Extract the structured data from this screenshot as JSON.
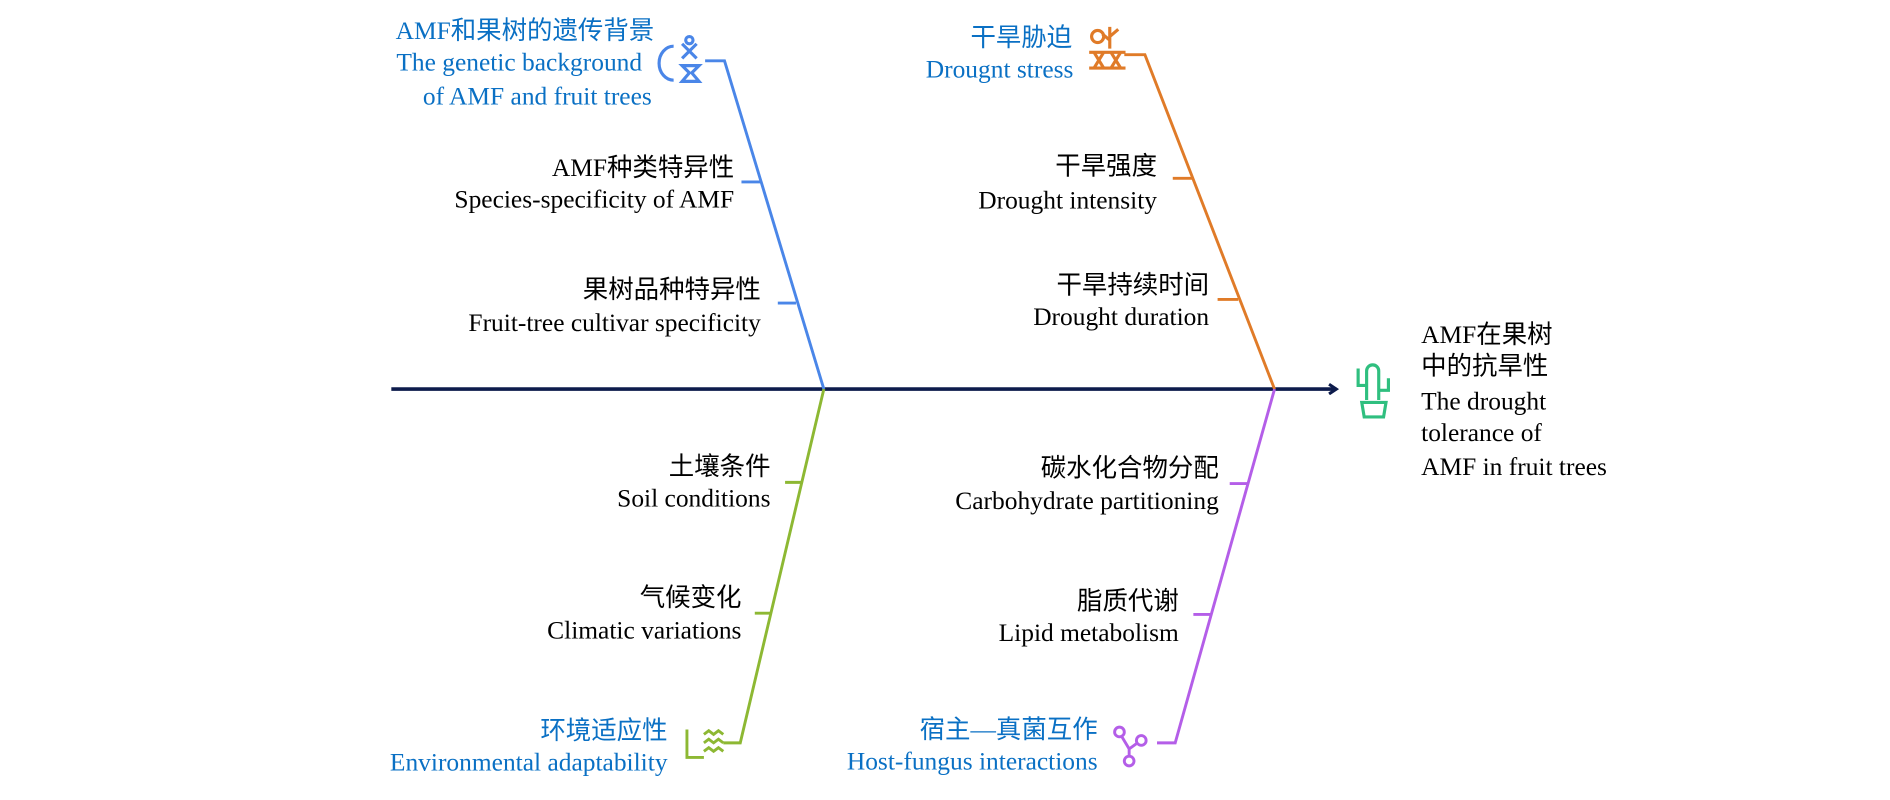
{
  "title": "AMF在果树中的抗旱性",
  "effect": {
    "lines": [
      "AMF在果树",
      "中的抗旱性",
      "The drought",
      "tolerance of",
      "AMF in fruit trees"
    ],
    "icon": "cactus-icon"
  },
  "categories": {
    "genetic": {
      "zh": "AMF和果树的遗传背景",
      "en1": "The genetic background",
      "en2": "of AMF and fruit trees",
      "icon": "dna-icon",
      "color": "#4a86e8",
      "causes": [
        {
          "zh": "AMF种类特异性",
          "en": "Species-specificity of AMF"
        },
        {
          "zh": "果树品种特异性",
          "en": "Fruit-tree cultivar specificity"
        }
      ]
    },
    "drought": {
      "zh": "干旱胁迫",
      "en": "Drougnt stress",
      "icon": "dry-soil-plant-icon",
      "color": "#e07b28",
      "causes": [
        {
          "zh": "干旱强度",
          "en": "Drought intensity"
        },
        {
          "zh": "干旱持续时间",
          "en": "Drought duration"
        }
      ]
    },
    "environment": {
      "zh": "环境适应性",
      "en": "Environmental adaptability",
      "icon": "water-wave-icon",
      "color": "#8db833",
      "causes": [
        {
          "zh": "土壤条件",
          "en": "Soil conditions"
        },
        {
          "zh": "气候变化",
          "en": "Climatic variations"
        }
      ]
    },
    "interaction": {
      "zh": "宿主—真菌互作",
      "en": "Host-fungus interactions",
      "icon": "fungus-network-icon",
      "color": "#b45ee8",
      "causes": [
        {
          "zh": "碳水化合物分配",
          "en": "Carbohydrate partitioning"
        },
        {
          "zh": "脂质代谢",
          "en": "Lipid metabolism"
        }
      ]
    }
  },
  "colors": {
    "axis": "#0d1b4c",
    "head_text": "#0a70c4",
    "effect_icon": "#2fbf7f"
  }
}
